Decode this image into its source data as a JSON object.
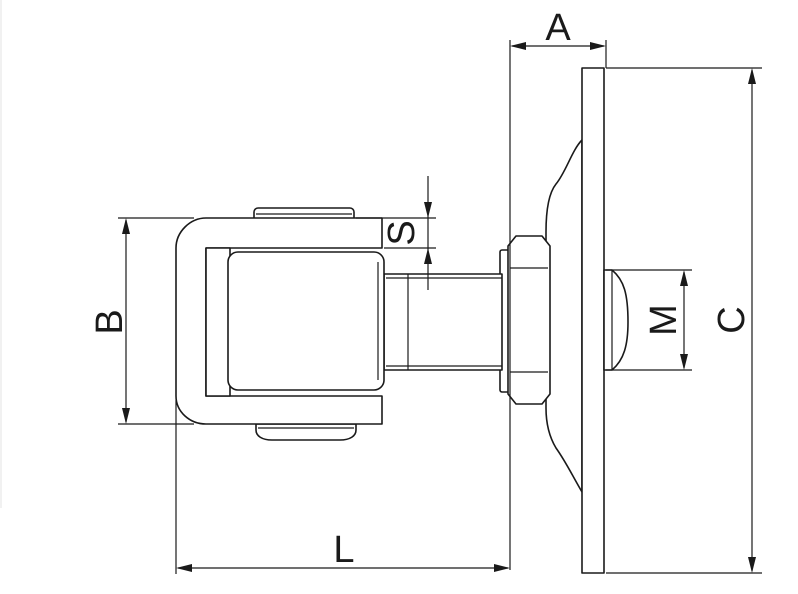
{
  "labels": {
    "a": "A",
    "b": "B",
    "c": "C",
    "l": "L",
    "m": "M",
    "s": "S"
  }
}
